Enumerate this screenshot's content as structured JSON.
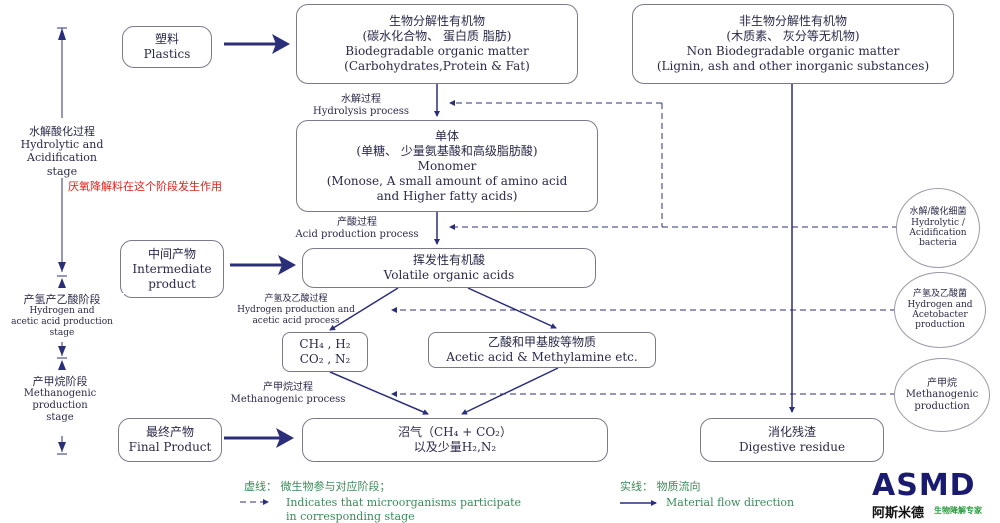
{
  "boxes": {
    "plastics": {
      "cn": "塑料",
      "en": "Plastics"
    },
    "biodegradable": {
      "cn1": "生物分解性有机物",
      "cn2": "(碳水化合物、 蛋白质 脂肪)",
      "en1": "Biodegradable organic matter",
      "en2": "(Carbohydrates,Protein & Fat)"
    },
    "non_biodegradable": {
      "cn1": "非生物分解性有机物",
      "cn2": "(木质素、 灰分等无机物)",
      "en1": "Non Biodegradable organic matter",
      "en2": "(Lignin, ash and other inorganic substances)"
    },
    "monomer": {
      "cn1": "单体",
      "cn2": "(单糖、 少量氨基酸和高级脂肪酸)",
      "en1": "Monomer",
      "en2": "(Monose, A small amount of amino acid",
      "en3": "and Higher fatty acids)"
    },
    "intermediate": {
      "cn": "中间产物",
      "en1": "Intermediate",
      "en2": "product"
    },
    "volatile": {
      "cn": "挥发性有机酸",
      "en": "Volatile organic acids"
    },
    "ch4": {
      "l1": "CH₄ , H₂",
      "l2": "CO₂ , N₂"
    },
    "acetic": {
      "cn": "乙酸和甲基胺等物质",
      "en": "Acetic acid & Methylamine etc."
    },
    "final": {
      "cn": "最终产物",
      "en": "Final  Product"
    },
    "biogas": {
      "l1": "沼气（CH₄ + CO₂）",
      "l2": "以及少量H₂,N₂"
    },
    "digestive": {
      "cn": "消化残渣",
      "en": "Digestive residue"
    }
  },
  "process_labels": {
    "hydrolysis": {
      "cn": "水解过程",
      "en": "Hydrolysis process"
    },
    "acid_production": {
      "cn": "产酸过程",
      "en": "Acid production process"
    },
    "hydrogen_production": {
      "cn": "产氢及乙酸过程",
      "en1": "Hydrogen production and",
      "en2": "acetic acid process"
    },
    "methanogenic": {
      "cn": "产甲烷过程",
      "en": "Methanogenic process"
    }
  },
  "stages": {
    "hydrolytic": {
      "cn": "水解酸化过程",
      "en1": "Hydrolytic and Acidification",
      "en2": "stage"
    },
    "note": "厌氧降解料在这个阶段发生作用",
    "hydrogen": {
      "cn": "产氢产乙酸阶段",
      "en1": "Hydrogen and",
      "en2": "acetic acid production",
      "en3": "stage"
    },
    "methanogenic": {
      "cn": "产甲烷阶段",
      "en1": "Methanogenic",
      "en2": "production",
      "en3": "stage"
    }
  },
  "bacteria": {
    "hydrolytic": {
      "cn": "水解/酸化细菌",
      "en1": "Hydrolytic /",
      "en2": "Acidification",
      "en3": "bacteria"
    },
    "acetobacter": {
      "cn": "产氢及乙酸菌",
      "en1": "Hydrogen and",
      "en2": "Acetobacter",
      "en3": "production"
    },
    "methane": {
      "cn": "产甲烷",
      "en1": "Methanogenic",
      "en2": "production"
    }
  },
  "legend": {
    "dashed_cn": "虚线： 微生物参与对应阶段；",
    "dashed_en1": "Indicates that microorganisms participate",
    "dashed_en2": "in corresponding stage",
    "solid_cn": "实线： 物质流向",
    "solid_en": "Material flow direction"
  },
  "logo": {
    "main": "ASMD",
    "sub_cn": "阿斯米德",
    "sub_tag": "生物降解专家"
  },
  "colors": {
    "arrow": "#2b2f7a",
    "note_red": "#e0201c",
    "legend_green": "#3c8a5a"
  }
}
